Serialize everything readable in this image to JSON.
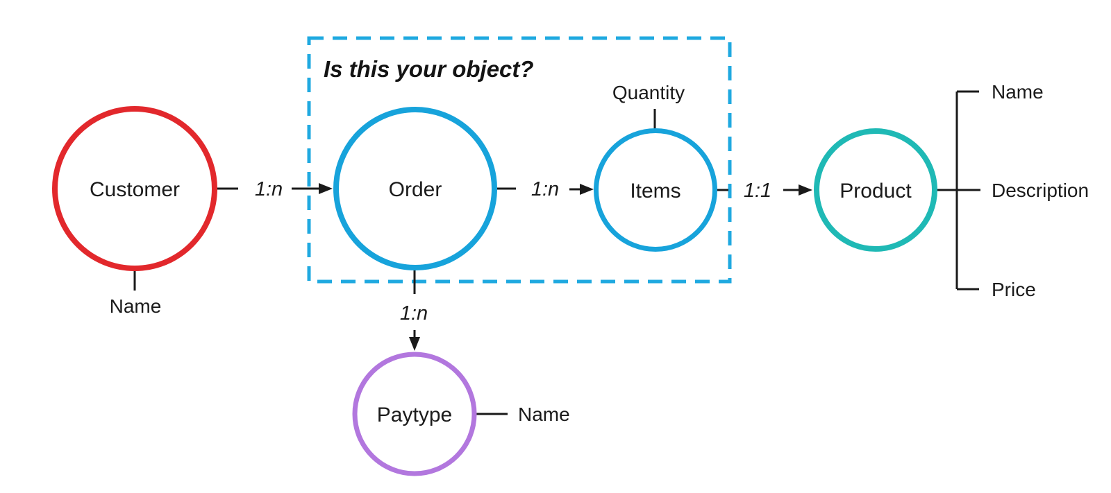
{
  "title": "Is this your object?",
  "colors": {
    "customer": "#e2282c",
    "order": "#17a3db",
    "items": "#17a3db",
    "product": "#1fb9b5",
    "paytype": "#b277de",
    "dashed_box": "#1fa9e0",
    "connector": "#1a1a1a"
  },
  "nodes": {
    "customer": {
      "label": "Customer"
    },
    "order": {
      "label": "Order"
    },
    "items": {
      "label": "Items"
    },
    "product": {
      "label": "Product"
    },
    "paytype": {
      "label": "Paytype"
    }
  },
  "relations": {
    "customer_order": {
      "label": "1:n"
    },
    "order_items": {
      "label": "1:n"
    },
    "items_product": {
      "label": "1:1"
    },
    "order_paytype": {
      "label": "1:n"
    }
  },
  "attributes": {
    "customer_name": "Name",
    "items_quantity": "Quantity",
    "paytype_name": "Name",
    "product_name": "Name",
    "product_description": "Description",
    "product_price": "Price"
  }
}
